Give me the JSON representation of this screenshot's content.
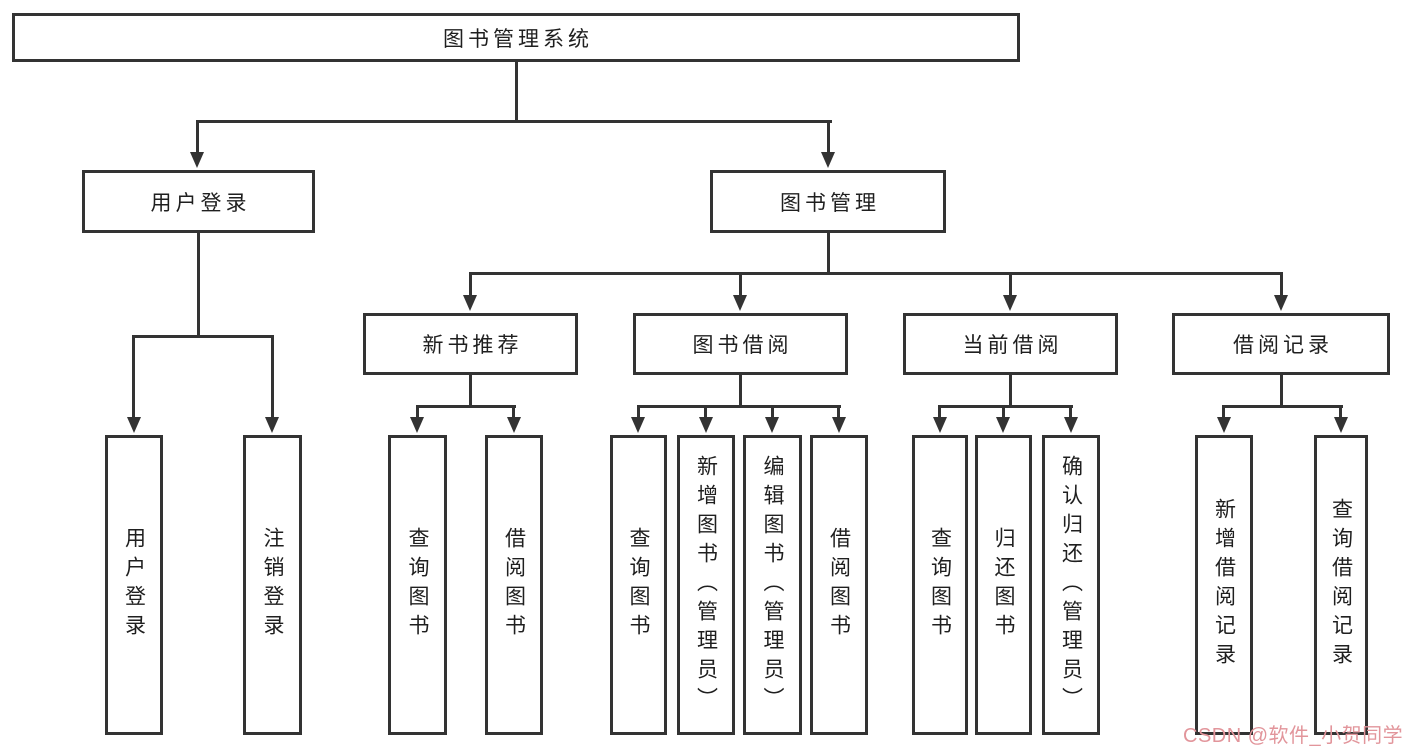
{
  "diagram": {
    "root": {
      "label": "图书管理系统"
    },
    "branches": [
      {
        "label": "用户登录",
        "children": [
          {
            "label": "用户登录"
          },
          {
            "label": "注销登录"
          }
        ]
      },
      {
        "label": "图书管理",
        "children": [
          {
            "label": "新书推荐",
            "children": [
              {
                "label": "查询图书"
              },
              {
                "label": "借阅图书"
              }
            ]
          },
          {
            "label": "图书借阅",
            "children": [
              {
                "label": "查询图书"
              },
              {
                "label": "新增图书（管理员）"
              },
              {
                "label": "编辑图书（管理员）"
              },
              {
                "label": "借阅图书"
              }
            ]
          },
          {
            "label": "当前借阅",
            "children": [
              {
                "label": "查询图书"
              },
              {
                "label": "归还图书"
              },
              {
                "label": "确认归还（管理员）"
              }
            ]
          },
          {
            "label": "借阅记录",
            "children": [
              {
                "label": "新增借阅记录"
              },
              {
                "label": "查询借阅记录"
              }
            ]
          }
        ]
      }
    ]
  },
  "watermark": {
    "text": "CSDN @软件_小贺同学",
    "color": "#e2959b"
  },
  "colors": {
    "line": "#333333",
    "text": "#1f1f1f",
    "background": "#ffffff",
    "box_fill": "#ffffff"
  }
}
